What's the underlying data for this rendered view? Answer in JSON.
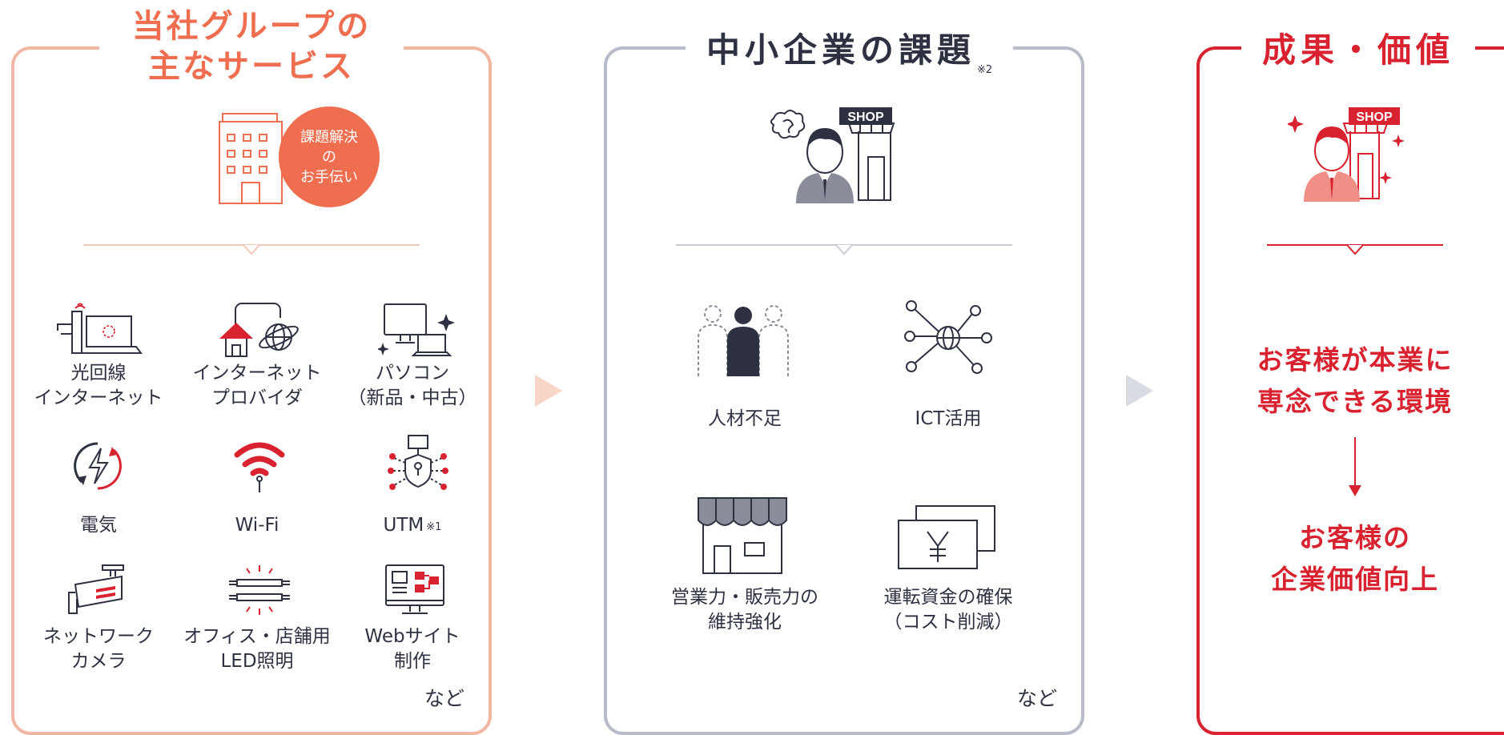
{
  "panel_services": {
    "title_line1": "当社グループの",
    "title_line2": "主なサービス",
    "badge": [
      "課題解決",
      "の",
      "お手伝い"
    ],
    "services": [
      {
        "icon": "fiber-internet-icon",
        "label_lines": [
          "光回線",
          "インターネット"
        ]
      },
      {
        "icon": "internet-provider-icon",
        "label_lines": [
          "インターネット",
          "プロバイダ"
        ]
      },
      {
        "icon": "pc-icon",
        "label_lines": [
          "パソコン",
          "（新品・中古）"
        ]
      },
      {
        "icon": "electricity-icon",
        "label_lines": [
          "電気"
        ]
      },
      {
        "icon": "wifi-icon",
        "label_lines": [
          "Wi-Fi"
        ]
      },
      {
        "icon": "utm-icon",
        "label_lines": [
          "UTM"
        ],
        "note": "※1"
      },
      {
        "icon": "network-camera-icon",
        "label_lines": [
          "ネットワーク",
          "カメラ"
        ]
      },
      {
        "icon": "led-lighting-icon",
        "label_lines": [
          "オフィス・店舗用",
          "LED照明"
        ]
      },
      {
        "icon": "website-icon",
        "label_lines": [
          "Webサイト",
          "制作"
        ]
      }
    ],
    "etc": "など"
  },
  "panel_challenges": {
    "title": "中小企業の課題",
    "title_note": "※2",
    "shop_sign": "SHOP",
    "challenges": [
      {
        "icon": "staff-shortage-icon",
        "label_lines": [
          "人材不足"
        ]
      },
      {
        "icon": "ict-network-icon",
        "label_lines": [
          "ICT活用"
        ]
      },
      {
        "icon": "storefront-icon",
        "label_lines": [
          "営業力・販売力の",
          "維持強化"
        ]
      },
      {
        "icon": "yen-cash-icon",
        "label_lines": [
          "運転資金の確保",
          "（コスト削減）"
        ]
      }
    ],
    "etc": "など"
  },
  "panel_results": {
    "title": "成果・価値",
    "shop_sign": "SHOP",
    "result1_lines": [
      "お客様が本業に",
      "専念できる環境"
    ],
    "result2_lines": [
      "お客様の",
      "企業価値向上"
    ]
  },
  "colors": {
    "services_accent": "#ef6e50",
    "services_border": "#f2b7a3",
    "challenges_border": "#b7bcc8",
    "results_accent": "#d9222f",
    "dark": "#2e3142"
  }
}
